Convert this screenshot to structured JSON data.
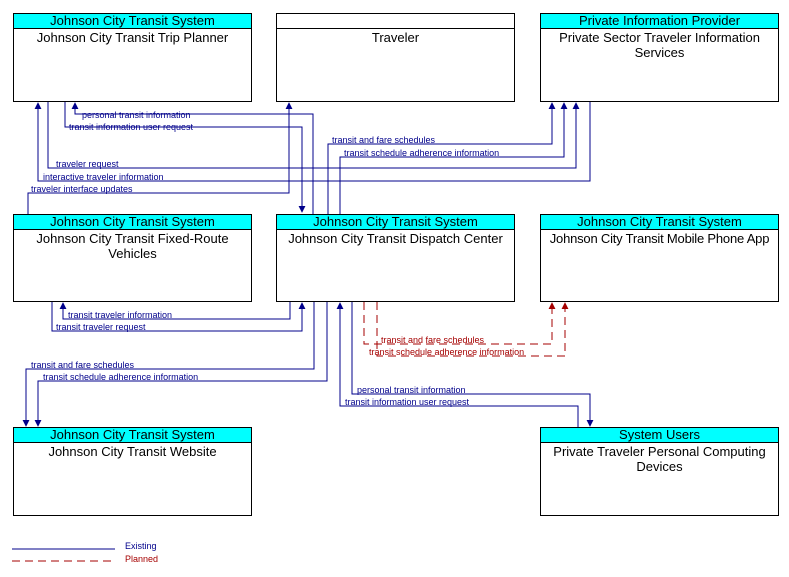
{
  "nodes": {
    "trip_planner": {
      "header": "Johnson City Transit System",
      "title": "Johnson City Transit Trip Planner"
    },
    "traveler": {
      "header": "",
      "title": "Traveler"
    },
    "private_info": {
      "header": "Private Information Provider",
      "title": "Private Sector Traveler Information Services"
    },
    "fixed_route": {
      "header": "Johnson City Transit System",
      "title": "Johnson City Transit Fixed-Route Vehicles"
    },
    "dispatch": {
      "header": "Johnson City Transit System",
      "title": "Johnson City Transit Dispatch Center"
    },
    "mobile_app": {
      "header": "Johnson City Transit System",
      "title": "Johnson City Transit Mobile Phone App"
    },
    "website": {
      "header": "Johnson City Transit System",
      "title": "Johnson City Transit Website"
    },
    "personal_devices": {
      "header": "System Users",
      "title": "Private Traveler Personal Computing Devices"
    }
  },
  "flows": {
    "f1": "personal transit information",
    "f2": "transit information user request",
    "f3": "transit and fare schedules",
    "f4": "transit schedule adherence information",
    "f5": "traveler request",
    "f6": "interactive traveler information",
    "f7": "traveler interface updates",
    "f8": "transit traveler information",
    "f9": "transit traveler request",
    "f10": "transit and fare schedules",
    "f11": "transit schedule adherence information",
    "f12": "transit and fare schedules",
    "f13": "transit schedule adherence information",
    "f14": "personal transit information",
    "f15": "transit information user request"
  },
  "legend": {
    "existing": "Existing",
    "planned": "Planned"
  },
  "colors": {
    "existing": "#00008b",
    "planned": "#a50000",
    "header": "#00ffff"
  }
}
